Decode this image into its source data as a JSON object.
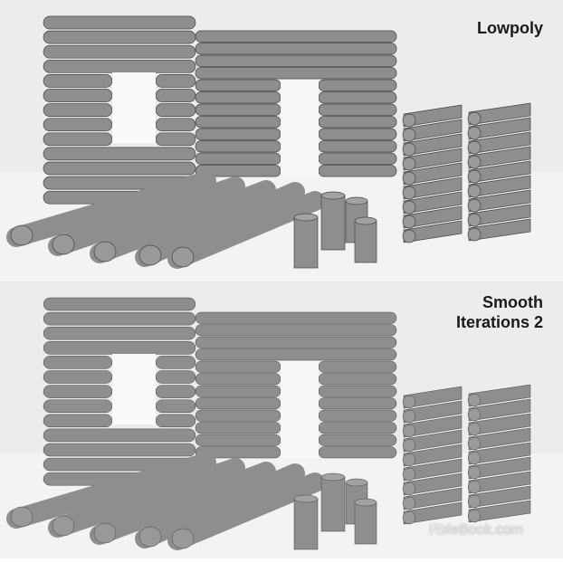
{
  "panels": [
    {
      "label_lines": [
        "Lowpoly"
      ]
    },
    {
      "label_lines": [
        "Smooth",
        "Iterations 2"
      ]
    }
  ],
  "watermark": {
    "text": "ReleBook.com",
    "icon": "relebook-logo-icon"
  },
  "colors": {
    "background": "#ececec",
    "floor": "#f3f3f3",
    "log_fill": "#8e8e8e",
    "wire_lines": "#444444",
    "label_text": "#1a1a1a"
  }
}
